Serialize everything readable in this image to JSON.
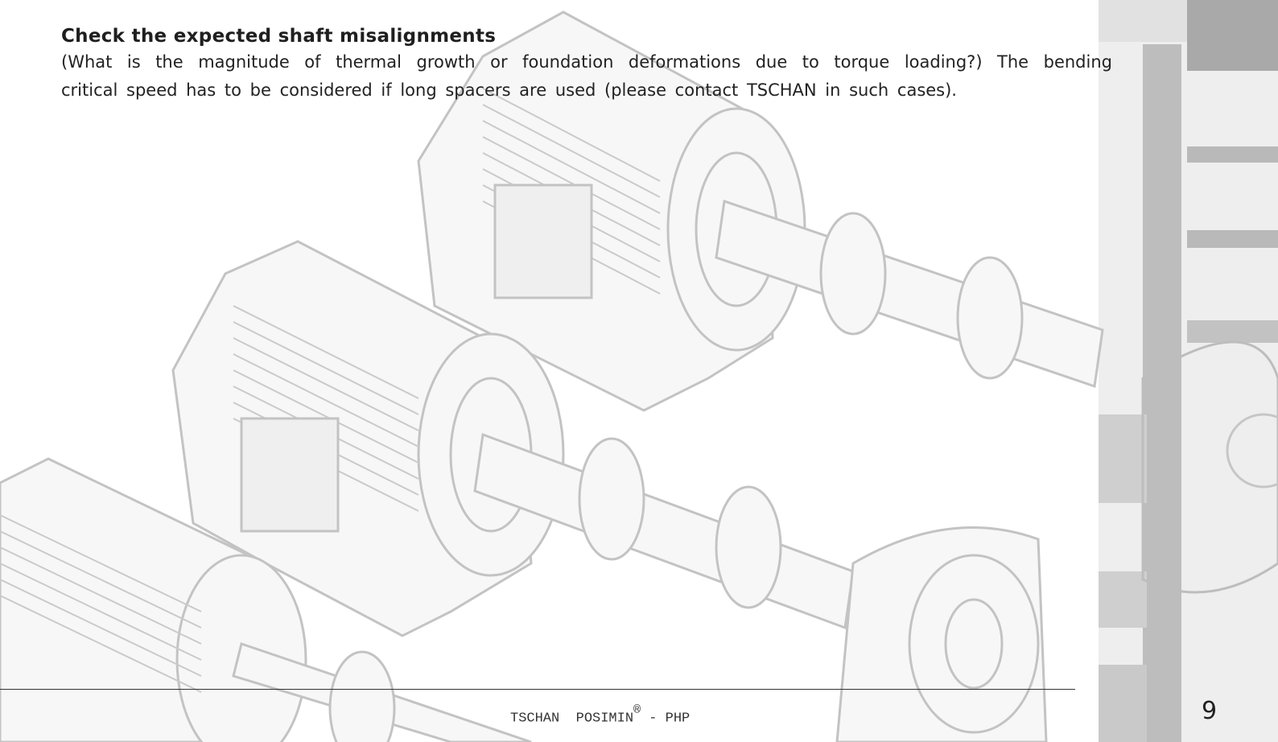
{
  "section": {
    "heading": "Check the expected shaft misalignments",
    "body_line1": "(What is the magnitude of thermal growth or foundation deformations due to torque loading?) The bending",
    "body_line2": "critical speed has to be considered if long spacers are used (please contact TSCHAN in such cases)."
  },
  "footer": {
    "brand": "TSCHAN  POSIMIN",
    "registered_mark": "®",
    "suffix": " - PHP",
    "page_number": "9"
  },
  "illustration": {
    "subject": "motor-coupling-drive-trains",
    "colors": {
      "stroke": "#bdbdbd",
      "fill": "#f6f6f6",
      "side_bar": "#d9d9d9",
      "side_bar_dark": "#a8a8a8"
    }
  }
}
